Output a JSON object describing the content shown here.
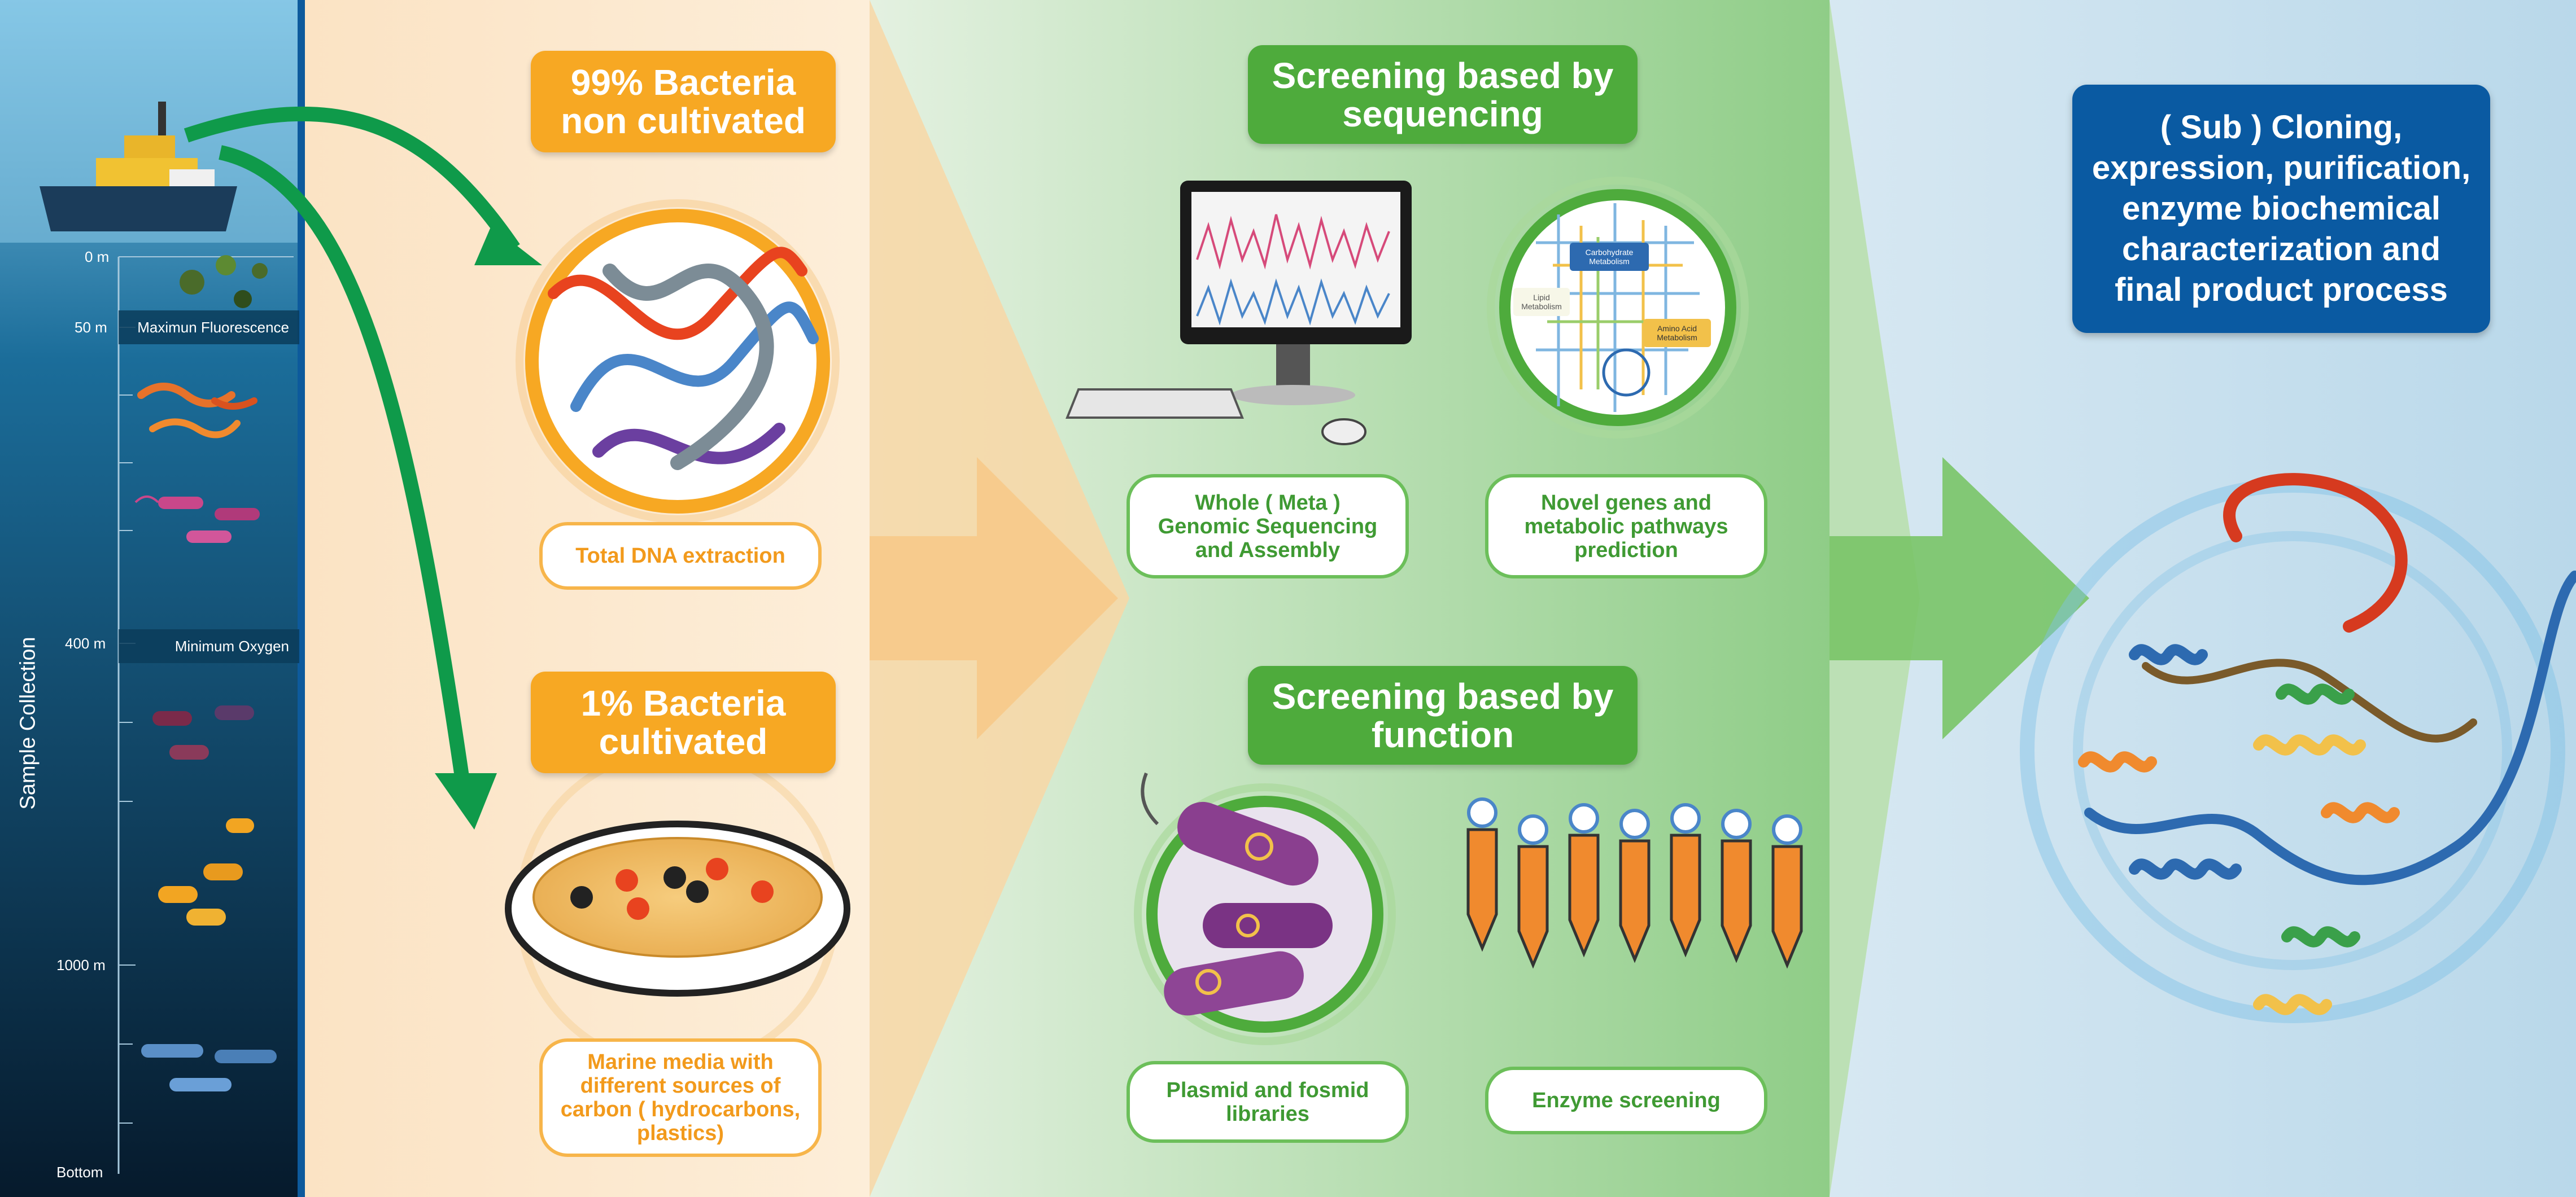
{
  "sample_column": {
    "title": "Sample Collection",
    "depth_labels": [
      "0 m",
      "50 m",
      "400 m",
      "1000 m",
      "Bottom"
    ],
    "zone_labels": [
      "Maximun Fluorescence",
      "Minimum Oxygen"
    ]
  },
  "orange_panel": {
    "heading_top": "99% Bacteria\nnon cultivated",
    "pill_top": "Total DNA extraction",
    "heading_bottom": "1% Bacteria\ncultivated",
    "pill_bottom": "Marine media with\ndifferent sources of\ncarbon ( hydrocarbons,\nplastics)"
  },
  "green_panel": {
    "heading_top": "Screening based by\nsequencing",
    "pill_seq": "Whole ( Meta )\nGenomic Sequencing\nand Assembly",
    "pill_genes": "Novel genes and\nmetabolic pathways\nprediction",
    "heading_bottom": "Screening based by\nfunction",
    "pill_plasmid": "Plasmid  and fosmid\nlibraries",
    "pill_enzyme": "Enzyme screening",
    "pathway_labels": [
      "Carbohydrate\nMetabolism",
      "Lipid\nMetabolism",
      "Amino Acid\nMetabolism"
    ]
  },
  "blue_panel": {
    "heading": "( Sub ) Cloning,\nexpression, purification,\nenzyme biochemical\ncharacterization and\nfinal product process"
  },
  "colors": {
    "orange": "#f7a823",
    "green": "#4eab3c",
    "blue": "#0a5aa2",
    "arrow_green": "#0f9a4a"
  }
}
